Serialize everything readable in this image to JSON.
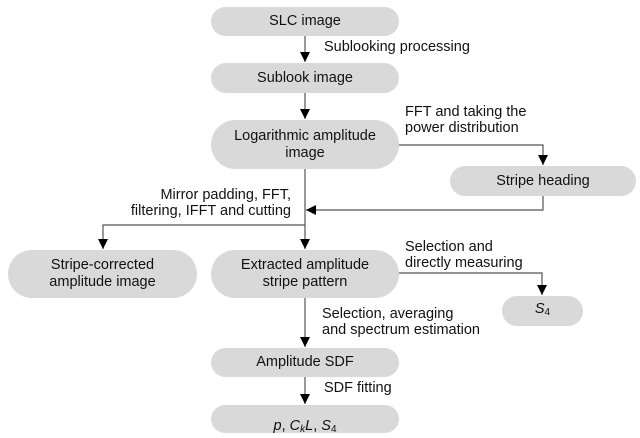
{
  "diagram": {
    "type": "flowchart",
    "colors": {
      "node_fill": "#d9d9d9",
      "line": "#555555",
      "arrow": "#000000",
      "text": "#111111"
    },
    "nodes": {
      "slc": "SLC image",
      "sublook": "Sublook image",
      "logamp": "Logarithmic amplitude\nimage",
      "stripe_heading": "Stripe heading",
      "stripe_corrected": "Stripe-corrected\namplitude image",
      "extracted": "Extracted amplitude\nstripe pattern",
      "s4": {
        "S": "S",
        "sub": "4"
      },
      "amp_sdf": "Amplitude SDF",
      "result": {
        "p": "p",
        "sep1": ", ",
        "C": "C",
        "k": "k",
        "L": "L",
        "sep2": ", ",
        "S": "S",
        "sub": "4"
      }
    },
    "edge_labels": {
      "sublooking": "Sublooking processing",
      "fft_power": "FFT and taking the\npower distribution",
      "mirror": "Mirror padding, FFT,\nfiltering, IFFT and cutting",
      "selection_direct": "Selection and\ndirectly measuring",
      "selection_avg": "Selection, averaging\nand spectrum estimation",
      "sdf_fitting": "SDF fitting"
    },
    "edges": [
      [
        "slc",
        "sublook"
      ],
      [
        "sublook",
        "logamp"
      ],
      [
        "logamp",
        "stripe_heading"
      ],
      [
        "stripe_heading",
        "logamp-extracted-line"
      ],
      [
        "logamp",
        "stripe_corrected"
      ],
      [
        "logamp",
        "extracted"
      ],
      [
        "extracted",
        "s4"
      ],
      [
        "extracted",
        "amp_sdf"
      ],
      [
        "amp_sdf",
        "result"
      ]
    ]
  }
}
